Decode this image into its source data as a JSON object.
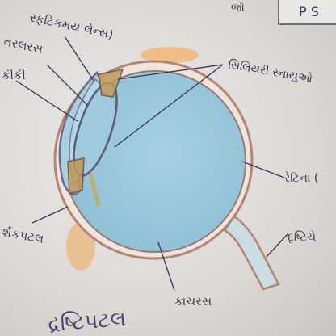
{
  "labels": {
    "top_cut": "સ્ફટિકમય લેન્સ)",
    "aqueous": "તરલરસ",
    "iris_cut": "કીકી",
    "ciliary": "સિલિયરી સ્નાયુઓ",
    "retina": "રેટિના (",
    "cornea": "ર્શકપટલ",
    "optic_nerve": "દૃષ્ટિચે",
    "vitreous": "કાચરસ",
    "handwritten": "દ્રષ્ટિપટલ",
    "corner_text": "P S",
    "corner_text2": "જૉ"
  },
  "colors": {
    "eyeball": "#9ecbe0",
    "sclera_ring": "#b98a76",
    "paper": "#e6e4e1",
    "ink": "#3a3556",
    "orange_tint": "#f0a85a"
  }
}
